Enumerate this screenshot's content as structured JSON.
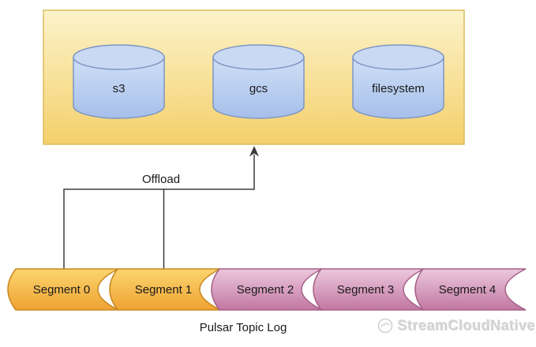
{
  "storage": {
    "stores": [
      {
        "label": "s3"
      },
      {
        "label": "gcs"
      },
      {
        "label": "filesystem"
      }
    ]
  },
  "offload": {
    "label": "Offload"
  },
  "segments": [
    {
      "label": "Segment 0",
      "color": "orange"
    },
    {
      "label": "Segment 1",
      "color": "orange"
    },
    {
      "label": "Segment 2",
      "color": "pink"
    },
    {
      "label": "Segment 3",
      "color": "pink"
    },
    {
      "label": "Segment 4",
      "color": "pink"
    }
  ],
  "caption": "Pulsar Topic Log",
  "watermark": {
    "text": "StreamCloudNative"
  },
  "colors": {
    "storage_box_fill_top": "#FCF3CA",
    "storage_box_fill_bottom": "#F4D06B",
    "storage_box_stroke": "#DBBE5E",
    "cylinder_fill_top": "#CFDFF6",
    "cylinder_fill_bottom": "#A6BFEA",
    "cylinder_stroke": "#7D96C4",
    "segment_orange_top": "#FBD56E",
    "segment_orange_bottom": "#EFA233",
    "segment_orange_stroke": "#C8871E",
    "segment_pink_top": "#ECC8DD",
    "segment_pink_bottom": "#C277A2",
    "segment_pink_stroke": "#A55F86",
    "line_color": "#3b3b3b"
  }
}
